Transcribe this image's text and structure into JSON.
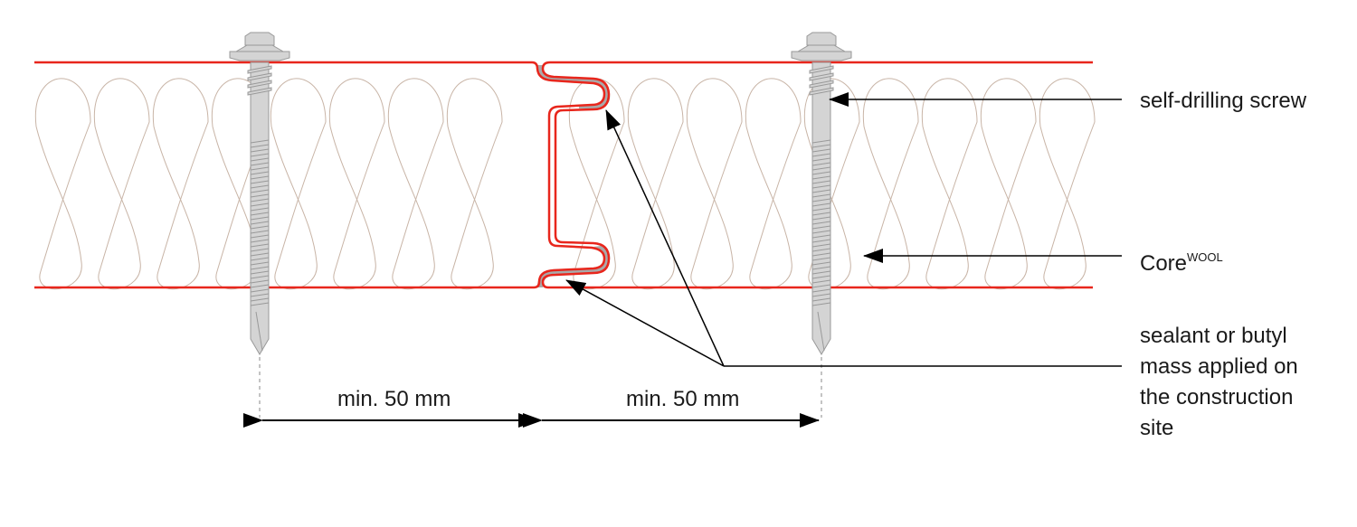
{
  "labels": {
    "screw": "self-drilling screw",
    "core": "Core",
    "core_sup": "WOOL",
    "sealant_lines": [
      "sealant or butyl",
      "mass applied on",
      "the construction",
      "site"
    ],
    "dim_left": "min. 50 mm",
    "dim_right": "min. 50 mm"
  },
  "colors": {
    "facing": "#e8261c",
    "sealant": "#a9a9a9",
    "wool": "#c8b4a6",
    "screw": "#d4d4d4"
  }
}
